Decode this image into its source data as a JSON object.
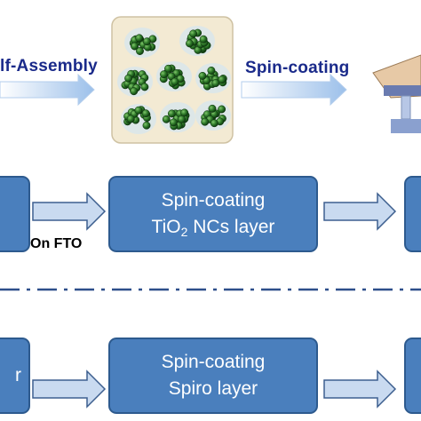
{
  "top": {
    "self_assembly_label": "lf-Assembly",
    "spin_coating_label": "Spin-coating"
  },
  "row1": {
    "center_box_line1": "Spin-coating",
    "center_box_line2_prefix": "TiO",
    "center_box_line2_sub": "2",
    "center_box_line2_suffix": " NCs layer",
    "on_fto": "On FTO"
  },
  "row2": {
    "left_box_text": "r",
    "center_box_line1": "Spin-coating",
    "center_box_line2": "Spiro layer"
  },
  "colors": {
    "box_fill": "#4a7fbd",
    "box_border": "#2d5a8e",
    "arrow_fill": "#c9daf0",
    "label_blue": "#1a2a8a"
  }
}
